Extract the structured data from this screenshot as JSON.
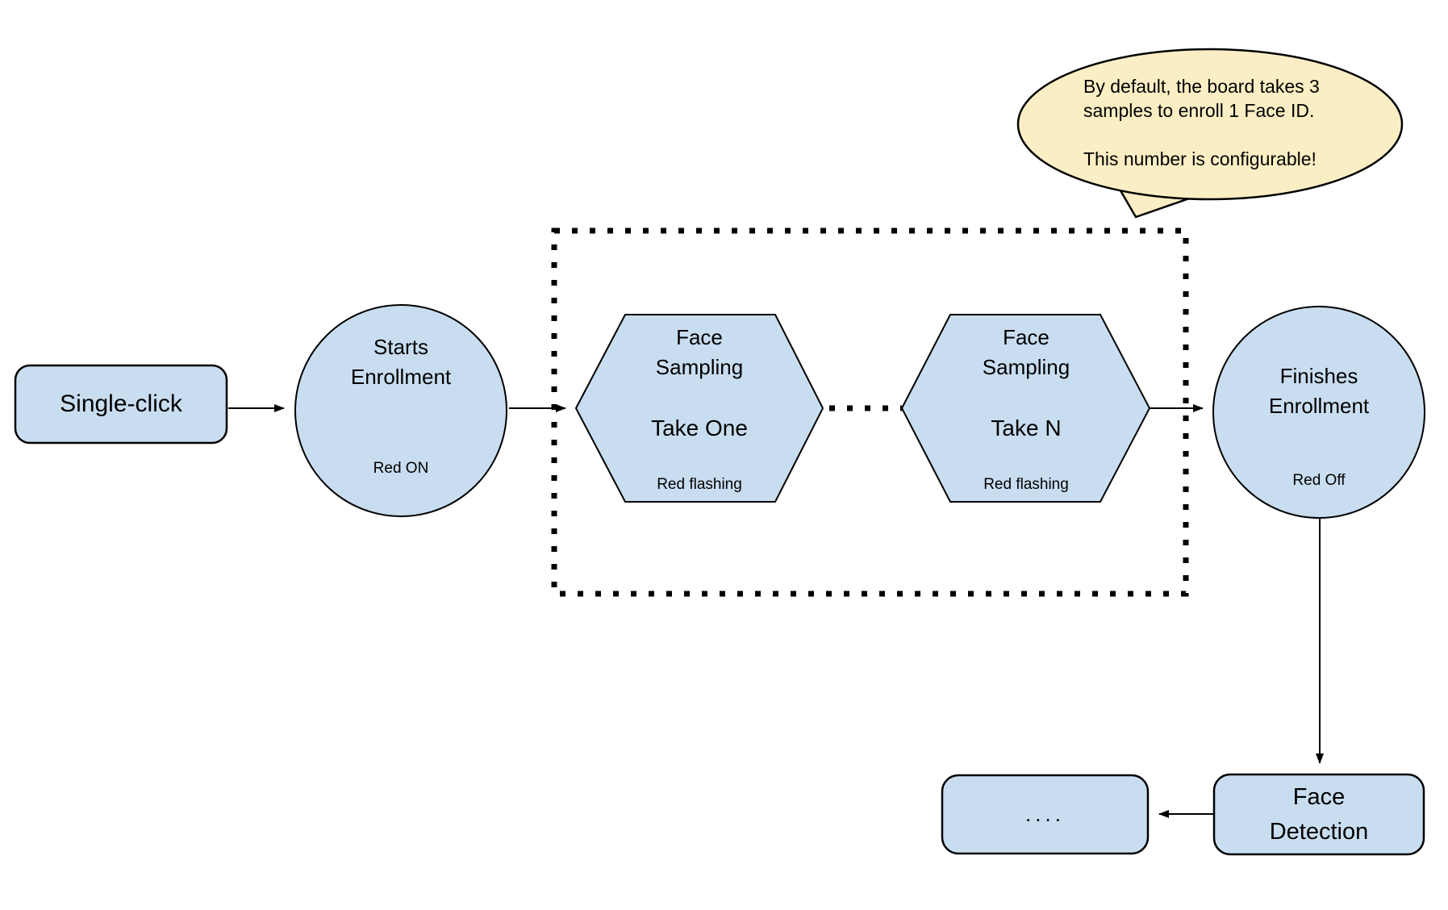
{
  "colors": {
    "node_fill": "#c9ddf0",
    "node_stroke": "#000000",
    "bubble_fill": "#fbeec4",
    "canvas_bg": "#ffffff",
    "text_color": "#000000"
  },
  "nodes": {
    "single_click": {
      "label": "Single-click"
    },
    "starts_enrollment": {
      "title_lines": [
        "Starts",
        "Enrollment"
      ],
      "status": "Red ON"
    },
    "face_sampling_one": {
      "title_lines": [
        "Face",
        "Sampling"
      ],
      "step": "Take One",
      "status": "Red flashing"
    },
    "face_sampling_n": {
      "title_lines": [
        "Face",
        "Sampling"
      ],
      "step": "Take N",
      "status": "Red flashing"
    },
    "finishes_enrollment": {
      "title_lines": [
        "Finishes",
        "Enrollment"
      ],
      "status": "Red Off"
    },
    "face_detection": {
      "title_lines": [
        "Face",
        "Detection"
      ]
    },
    "continuation": {
      "label": "...."
    }
  },
  "callout": {
    "lines": [
      "By default, the board takes 3",
      "samples to enroll 1 Face ID.",
      "",
      "This number is configurable!"
    ]
  }
}
